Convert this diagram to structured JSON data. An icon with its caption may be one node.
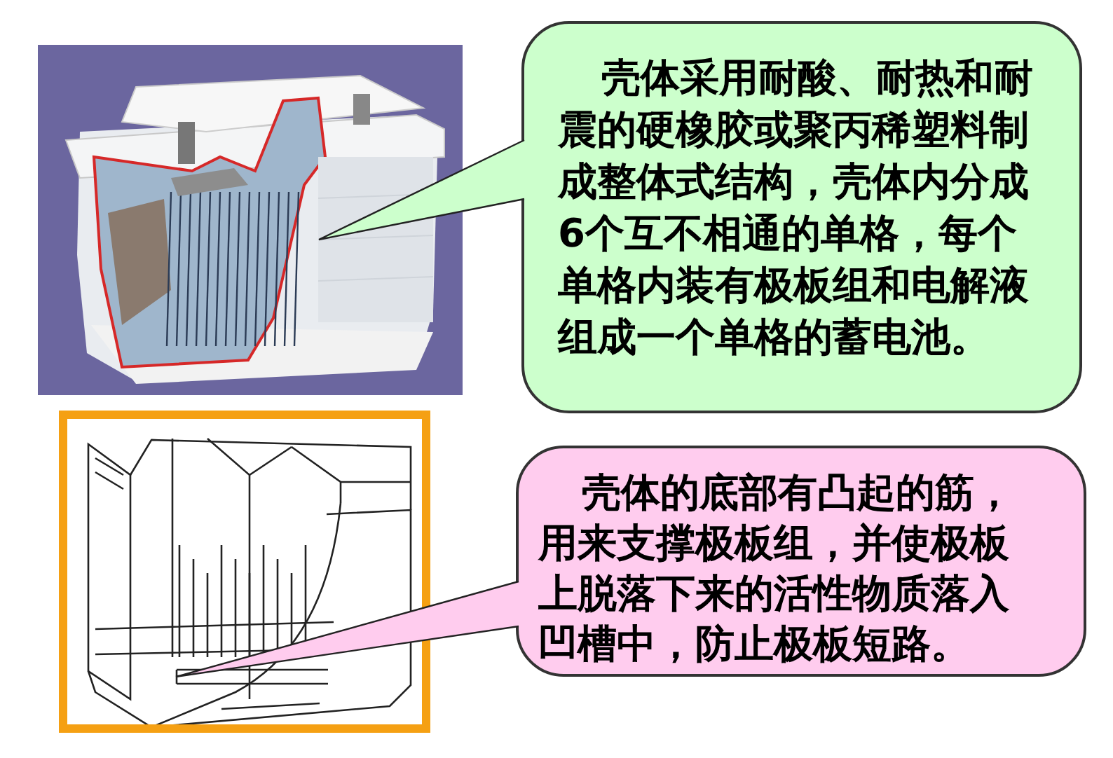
{
  "diagram": {
    "nodes": [
      {
        "text": [],
        "shape": "picture"
      },
      {
        "text": [],
        "shape": "picture",
        "in": 0
      },
      {
        "text": [
          "壳体采用耐酸、耐热和耐震的硬橡胶或聚丙稀塑料制成整体式结构，壳体内分成6个互不相通的单格，每个单格内装有极板组和电解液组成一个单格的蓄电池。"
        ]
      },
      {
        "text": [],
        "shape": "picture"
      },
      {
        "text": [],
        "shape": "picture",
        "in": 3
      },
      {
        "text": [
          "壳体的底部有凸起的筋，用来支撑极板组，并使极板上脱落下来的活性物质落入凹槽中，防止极板短路。"
        ]
      }
    ],
    "edges": [
      {
        "from": 2,
        "to": 1,
        "arrow": "none"
      },
      {
        "from": 5,
        "to": 4,
        "arrow": "none"
      }
    ]
  }
}
